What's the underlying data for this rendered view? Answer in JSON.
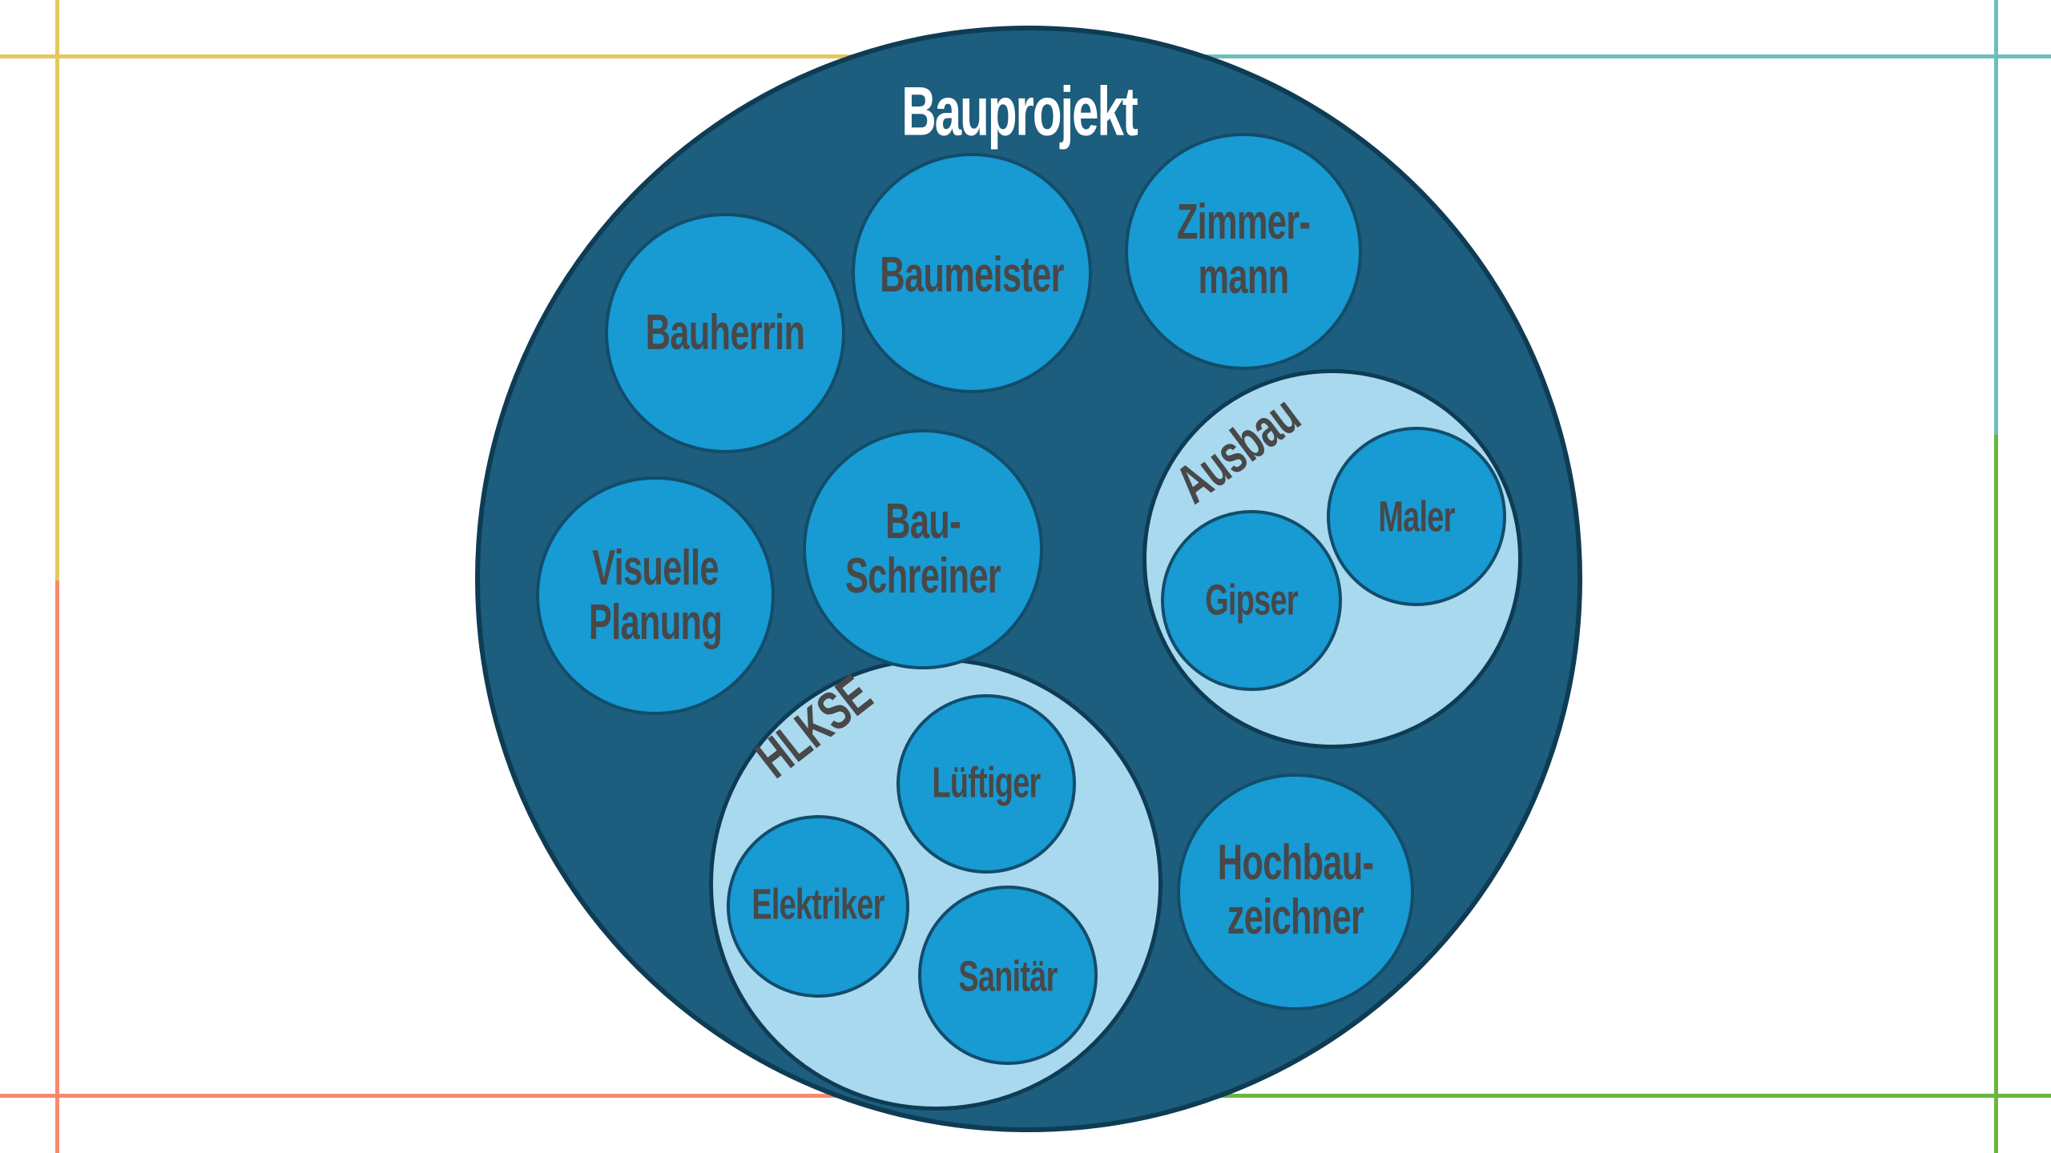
{
  "labels": {
    "title": "Bauprojekt",
    "bauherrin": "Bauherrin",
    "baumeister": "Baumeister",
    "zimmermann": "Zimmer-\nmann",
    "visuelle_planung": "Visuelle\nPlanung",
    "bau_schreiner": "Bau-\nSchreiner",
    "hochbauzeichner": "Hochbau-\nzeichner",
    "ausbau": "Ausbau",
    "maler": "Maler",
    "gipser": "Gipser",
    "hlkse": "HLKSE",
    "lueftiger": "Lüftiger",
    "elektriker": "Elektriker",
    "sanitaer": "Sanitär"
  },
  "structure": {
    "root": "Bauprojekt",
    "members": [
      "Bauherrin",
      "Baumeister",
      "Zimmermann",
      "Visuelle Planung",
      "Bau-Schreiner",
      "Hochbau-zeichner"
    ],
    "groups": [
      {
        "name": "Ausbau",
        "members": [
          "Gipser",
          "Maler"
        ]
      },
      {
        "name": "HLKSE",
        "members": [
          "Elektriker",
          "Lüftiger",
          "Sanitär"
        ]
      }
    ]
  },
  "colors": {
    "background": "#ffffff",
    "outer_circle_fill": "#1d5d7d",
    "outer_circle_stroke": "#0e3c54",
    "member_circle_fill": "#189ad3",
    "member_circle_stroke": "#114d6b",
    "group_circle_fill": "#a9d9ef",
    "group_circle_stroke": "#0e3c54",
    "label_text": "#484848",
    "title_text": "#ffffff",
    "guide_line_yellow": "#e3c95c",
    "guide_line_salmon": "#f58b6e",
    "guide_line_teal": "#6fbdbf",
    "guide_line_green": "#6ab53e"
  }
}
